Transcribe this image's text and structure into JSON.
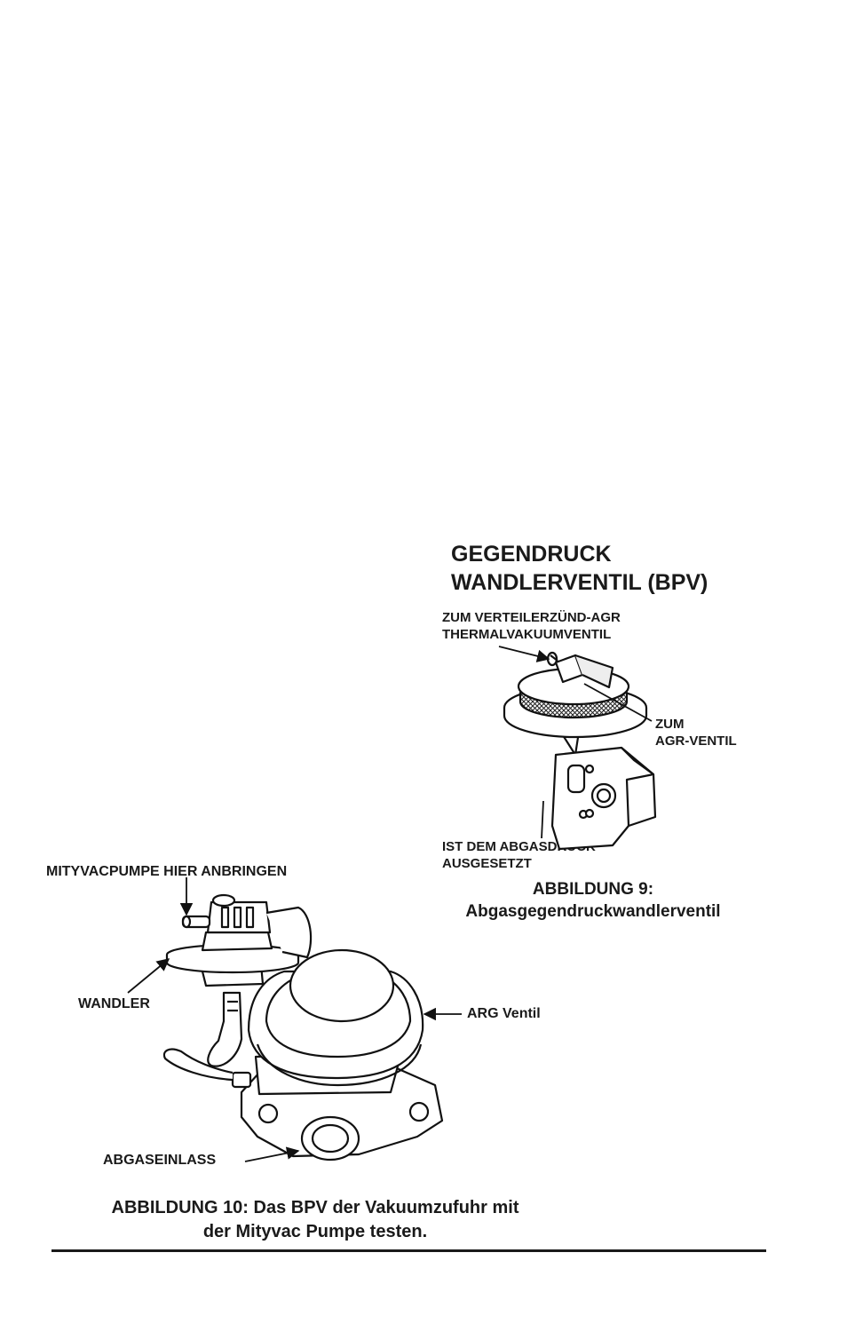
{
  "figure9": {
    "title_line1": "GEGENDRUCK",
    "title_line2": "WANDLERVENTIL (BPV)",
    "label_distributor_line1": "ZUM VERTEILERZÜND-AGR",
    "label_distributor_line2": "THERMALVAKUUMVENTIL",
    "label_egr_line1": "ZUM",
    "label_egr_line2": "AGR-VENTIL",
    "label_exhaust_line1": "IST DEM ABGASDRUCK",
    "label_exhaust_line2": "AUSGESETZT",
    "caption_line1": "ABBILDUNG 9:",
    "caption_line2": "Abgasgegendruckwandlerventil"
  },
  "figure10": {
    "label_pump": "MITYVACPUMPE HIER ANBRINGEN",
    "label_transducer": "WANDLER",
    "label_valve": "ARG Ventil",
    "label_inlet": "ABGASEINLASS",
    "caption_line1": "ABBILDUNG 10: Das BPV der Vakuumzufuhr mit",
    "caption_line2": "der Mityvac Pumpe testen."
  }
}
